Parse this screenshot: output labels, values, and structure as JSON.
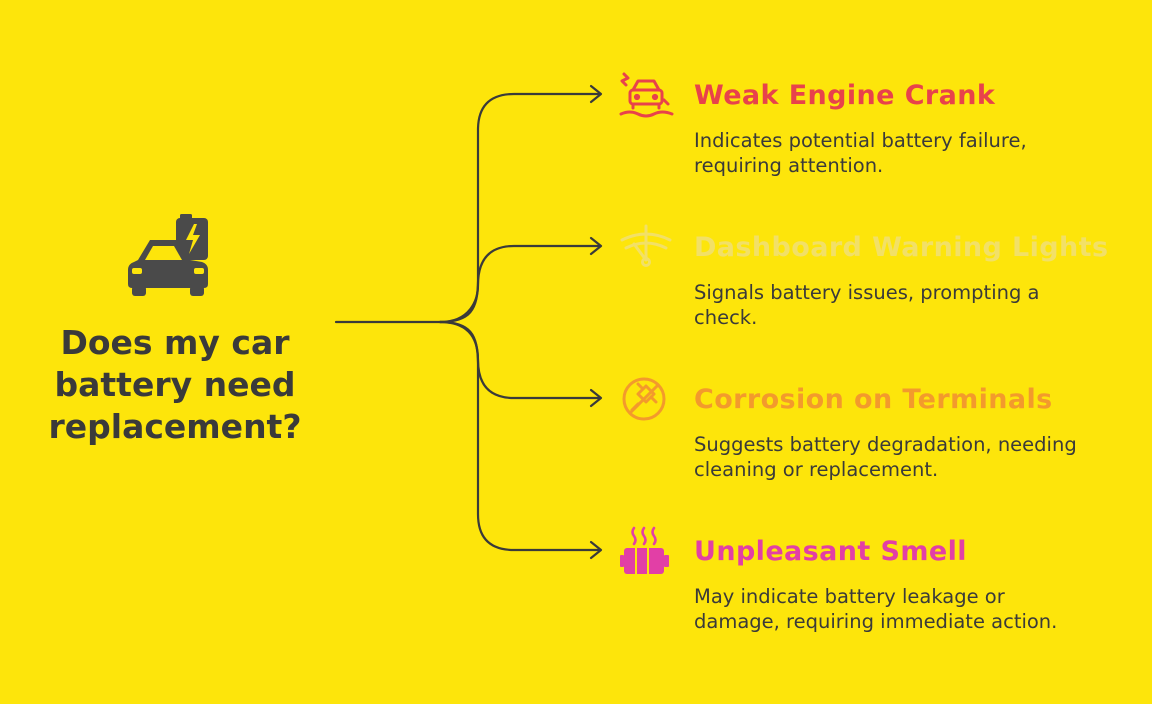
{
  "question": {
    "lines": [
      "Does my car",
      "battery need",
      "replacement?"
    ]
  },
  "branches": [
    {
      "title": "Weak Engine Crank",
      "desc_lines": [
        "Indicates potential battery failure,",
        "requiring attention."
      ],
      "color": "#e8424b",
      "icon": "car-skid-icon"
    },
    {
      "title": "Dashboard Warning Lights",
      "desc_lines": [
        "Signals battery issues, prompting a",
        "check."
      ],
      "color": "#f2e067",
      "icon": "wiper-icon"
    },
    {
      "title": "Corrosion on Terminals",
      "desc_lines": [
        "Suggests battery degradation, needing",
        "cleaning or replacement."
      ],
      "color": "#f39a2c",
      "icon": "no-plug-icon"
    },
    {
      "title": "Unpleasant Smell",
      "desc_lines": [
        "May indicate battery leakage or",
        "damage, requiring immediate action."
      ],
      "color": "#e23fa6",
      "icon": "hot-battery-icon"
    }
  ],
  "center_icon": "car-battery-icon",
  "colors": {
    "background": "#fde50b",
    "text": "#3a3a3a",
    "line": "#3a3a3a"
  }
}
